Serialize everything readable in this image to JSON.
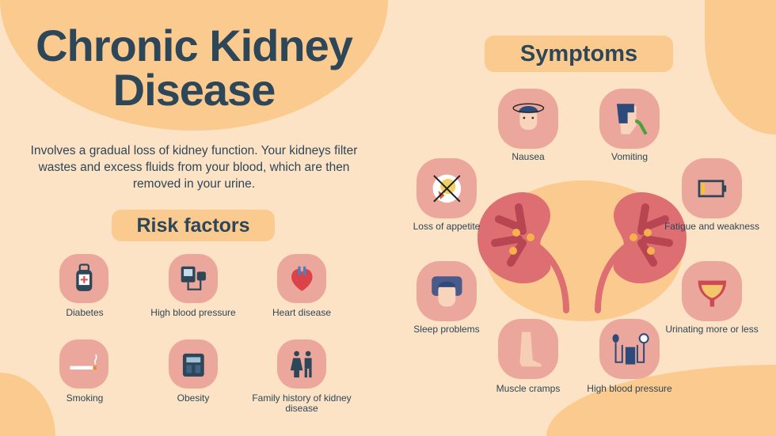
{
  "title": {
    "line1": "Chronic Kidney",
    "line2": "Disease"
  },
  "intro": "Involves a gradual loss of kidney function. Your kidneys filter wastes and excess fluids from your blood, which are then removed in your urine.",
  "risk_factors": {
    "heading": "Risk factors",
    "items": [
      {
        "label": "Diabetes",
        "icon": "insulin-pump-icon"
      },
      {
        "label": "High blood pressure",
        "icon": "blood-pressure-monitor-icon"
      },
      {
        "label": "Heart disease",
        "icon": "heart-icon"
      },
      {
        "label": "Smoking",
        "icon": "cigarette-icon"
      },
      {
        "label": "Obesity",
        "icon": "scale-icon"
      },
      {
        "label": "Family history of kidney disease",
        "icon": "family-icon"
      }
    ]
  },
  "symptoms": {
    "heading": "Symptoms",
    "items": [
      {
        "label": "Nausea",
        "icon": "dizzy-face-icon"
      },
      {
        "label": "Vomiting",
        "icon": "vomiting-icon"
      },
      {
        "label": "Loss of appetite",
        "icon": "no-food-icon"
      },
      {
        "label": "Fatigue and weakness",
        "icon": "low-battery-icon"
      },
      {
        "label": "Sleep problems",
        "icon": "sleep-face-icon"
      },
      {
        "label": "Urinating more or less",
        "icon": "bladder-icon"
      },
      {
        "label": "Muscle cramps",
        "icon": "leg-icon"
      },
      {
        "label": "High blood pressure",
        "icon": "sphygmomanometer-icon"
      }
    ]
  },
  "colors": {
    "background": "#fde3c5",
    "accent": "#fbca8f",
    "tile": "#eca79c",
    "text": "#2d4658"
  }
}
